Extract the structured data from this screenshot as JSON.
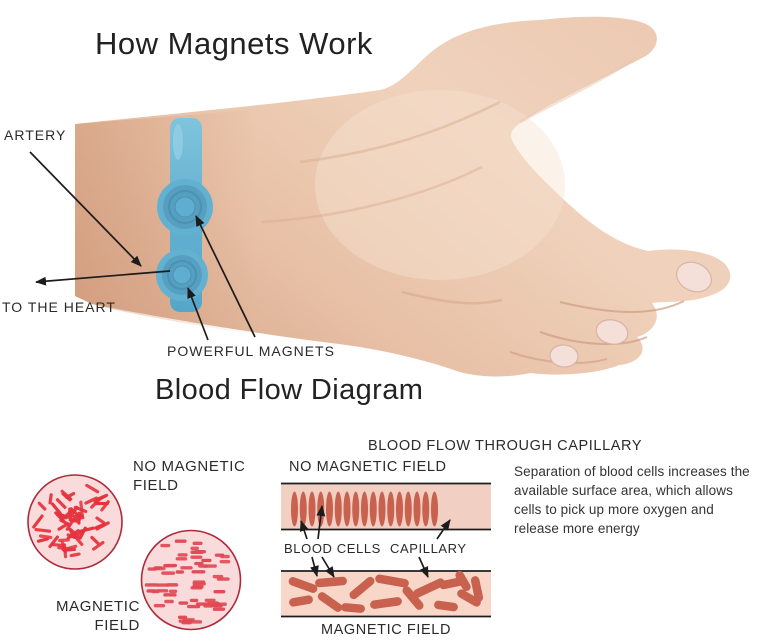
{
  "header": {
    "title": "How Magnets Work"
  },
  "wrist": {
    "artery": "ARTERY",
    "to_the_heart": "TO THE HEART",
    "powerful_magnets": "POWERFUL MAGNETS"
  },
  "blood_flow": {
    "title": "Blood Flow Diagram",
    "capillary_header": "BLOOD FLOW THROUGH CAPILLARY",
    "circles": {
      "no_field": "NO MAGNETIC FIELD",
      "field": "MAGNETIC FIELD"
    },
    "bands": {
      "no_field": "NO MAGNETIC FIELD",
      "field": "MAGNETIC FIELD",
      "blood_cells": "BLOOD CELLS",
      "capillary": "CAPILLARY"
    },
    "description": "Separation of blood cells increases the available surface area, which allows cells to pick up more oxygen and release more energy"
  },
  "colors": {
    "bracelet_blue": "#63b1d1",
    "bracelet_blue_dark": "#4f9cbe",
    "bracelet_blue_deep": "#4791b3",
    "cell_red_bright": "#e6333e",
    "cell_red_dash": "#e04a55",
    "band_cell": "#c9614f",
    "band1_fill": "#f1cfc3",
    "band2_fill": "#f8d7c8",
    "band_border": "#1d1d1d",
    "circle_fill": "#f9dbdb",
    "circle_border": "#ae2b3c",
    "arrow": "#1c1c1c",
    "text": "#2e2e2e"
  }
}
